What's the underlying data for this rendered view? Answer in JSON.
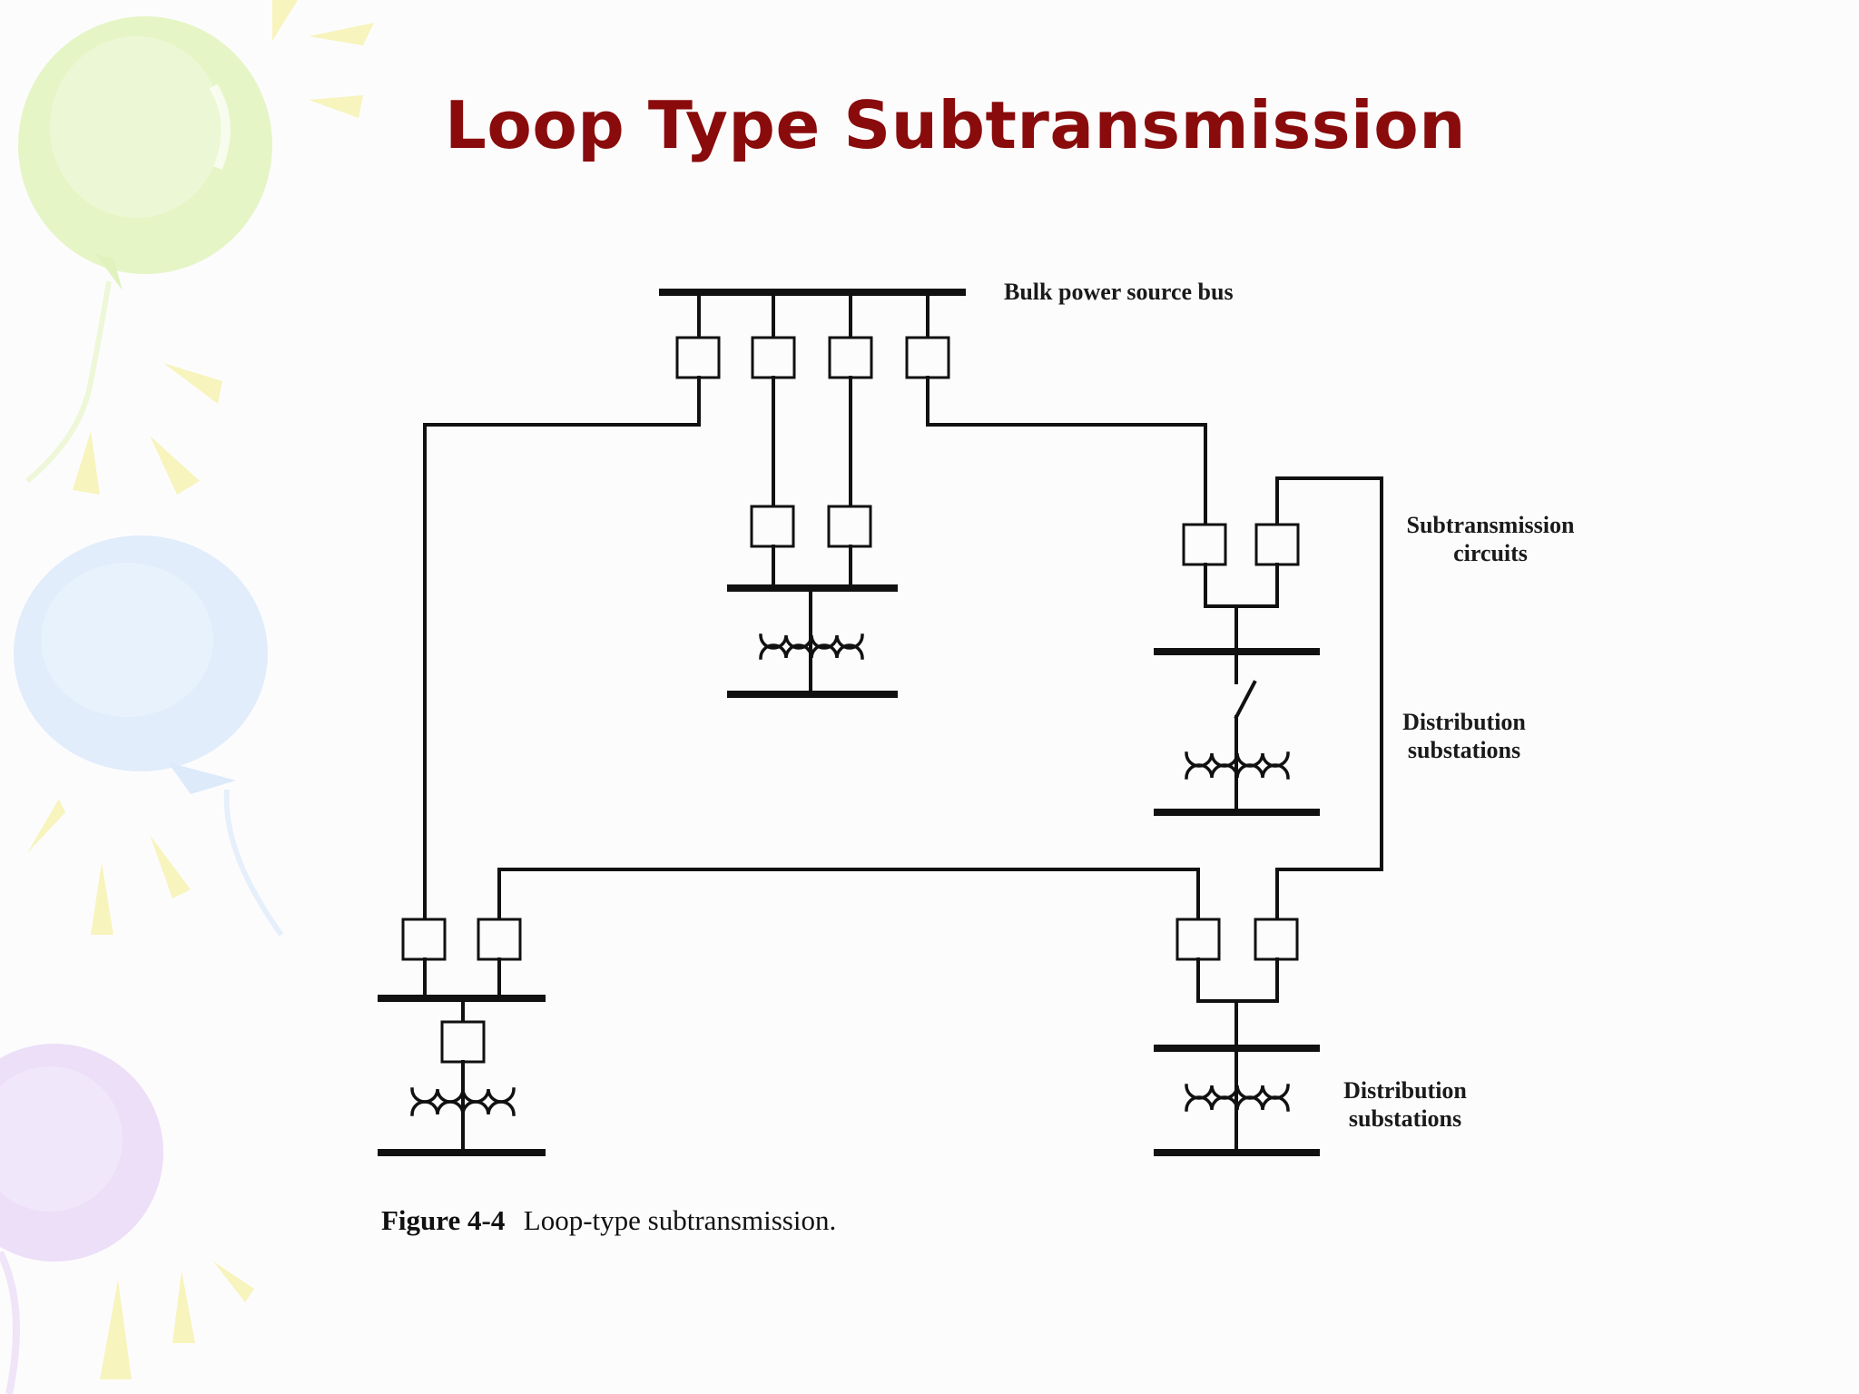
{
  "slide": {
    "title": "Loop Type Subtransmission"
  },
  "diagram": {
    "labels": {
      "bulk_bus": "Bulk power source bus",
      "subtransmission_line1": "Subtransmission",
      "subtransmission_line2": "circuits",
      "dist_upper_line1": "Distribution",
      "dist_upper_line2": "substations",
      "dist_lower_line1": "Distribution",
      "dist_lower_line2": "substations"
    },
    "caption": {
      "number": "Figure 4-4",
      "text": "Loop-type subtransmission."
    }
  },
  "colors": {
    "title": "#8a0b0b",
    "lines": "#111111",
    "balloon_green": "#e6f5c8",
    "balloon_blue": "#e2eefb",
    "balloon_purple": "#ece0f7",
    "rays": "#f7f3b8"
  }
}
